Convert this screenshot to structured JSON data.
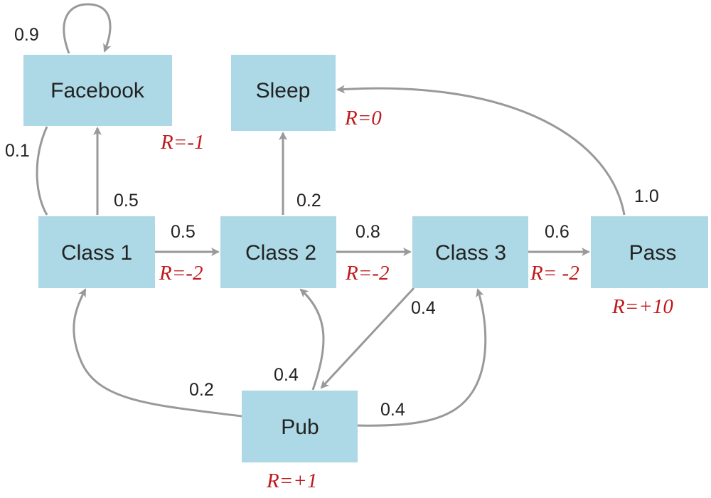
{
  "colors": {
    "node_fill": "#add8e6",
    "edge": "#999999",
    "text": "#222222",
    "reward": "#c0191b"
  },
  "nodes": {
    "facebook": {
      "label": "Facebook",
      "reward": "R=-1"
    },
    "sleep": {
      "label": "Sleep",
      "reward": "R=0"
    },
    "class1": {
      "label": "Class 1",
      "reward": "R=-2"
    },
    "class2": {
      "label": "Class 2",
      "reward": "R=-2"
    },
    "class3": {
      "label": "Class 3",
      "reward": "R= -2"
    },
    "pass": {
      "label": "Pass",
      "reward": "R=+10"
    },
    "pub": {
      "label": "Pub",
      "reward": "R=+1"
    }
  },
  "transitions": {
    "facebook_facebook": "0.9",
    "facebook_class1": "0.1",
    "class1_facebook": "0.5",
    "class1_class2": "0.5",
    "class2_sleep": "0.2",
    "class2_class3": "0.8",
    "class3_pass": "0.6",
    "class3_pub": "0.4",
    "pass_sleep": "1.0",
    "pub_class1": "0.2",
    "pub_class2": "0.4",
    "pub_class3": "0.4"
  }
}
